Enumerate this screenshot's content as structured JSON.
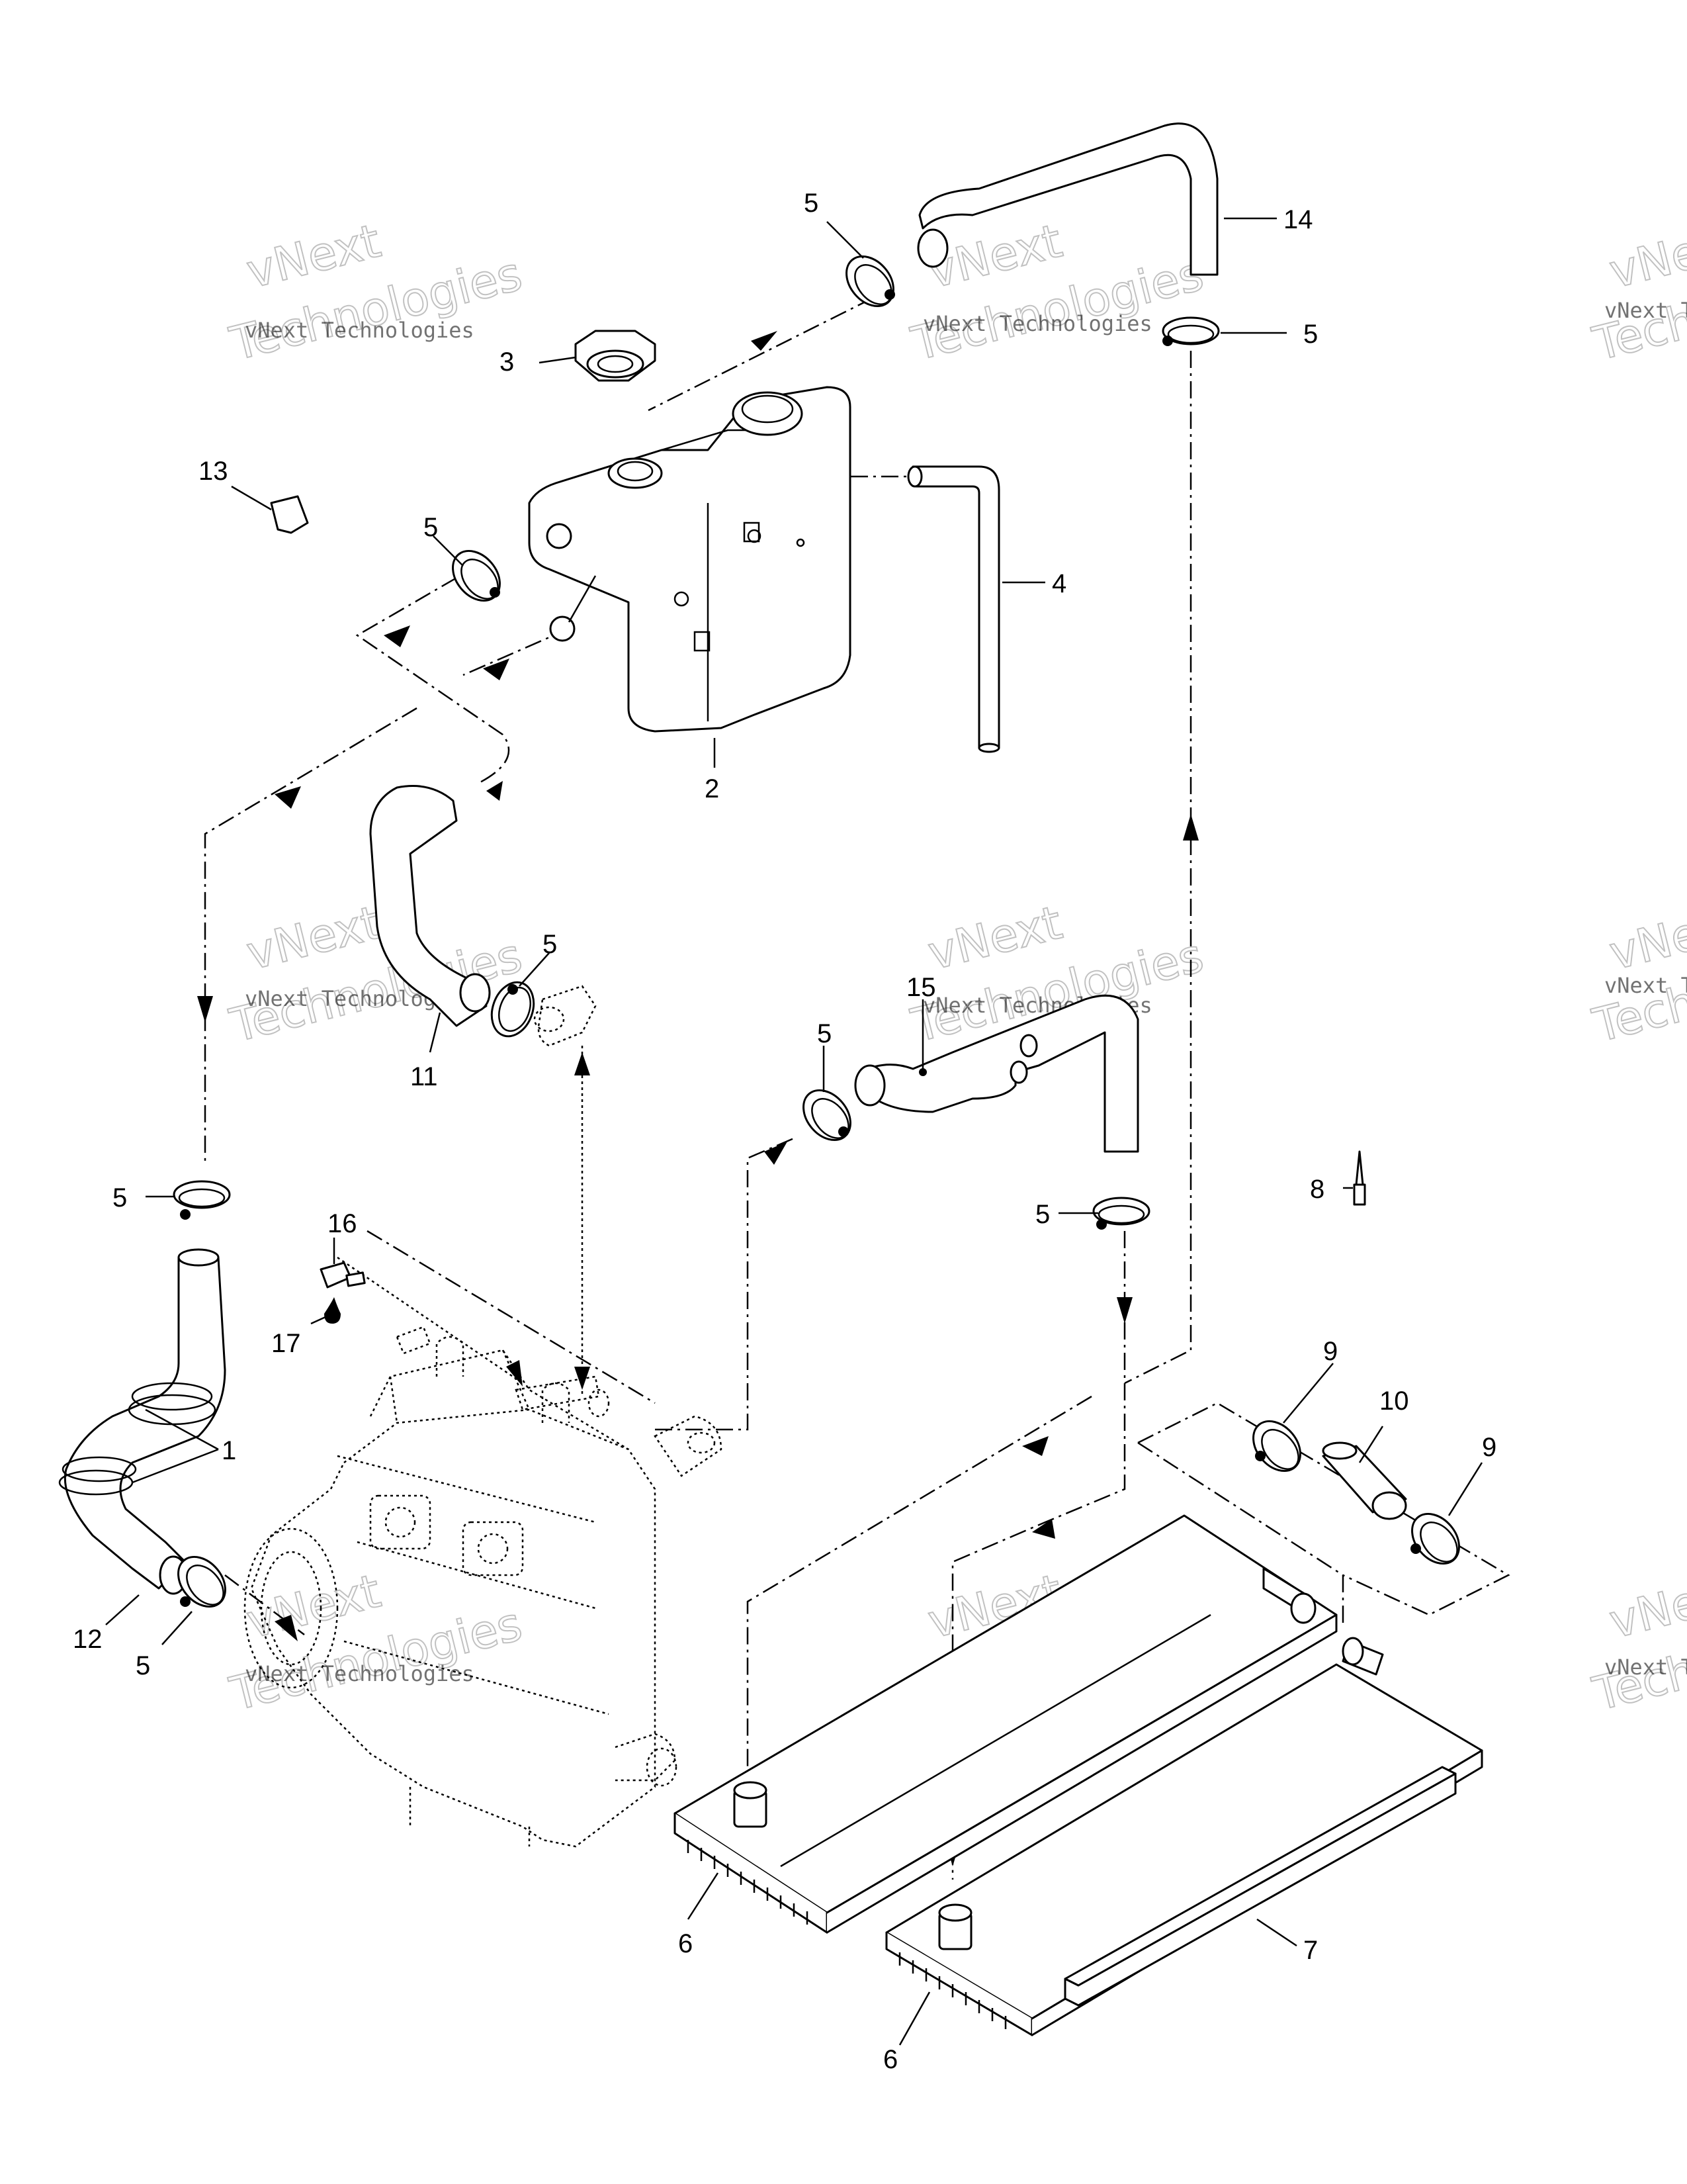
{
  "watermark": {
    "line1": "vNext Technologies",
    "line2": "vNext",
    "line3": "Technologies"
  },
  "callouts": {
    "c1": "1",
    "c2": "2",
    "c3": "3",
    "c4": "4",
    "c5": "5",
    "c6": "6",
    "c7": "7",
    "c8": "8",
    "c9": "9",
    "c10": "10",
    "c11": "11",
    "c12": "12",
    "c13": "13",
    "c14": "14",
    "c15": "15",
    "c16": "16",
    "c17": "17"
  }
}
